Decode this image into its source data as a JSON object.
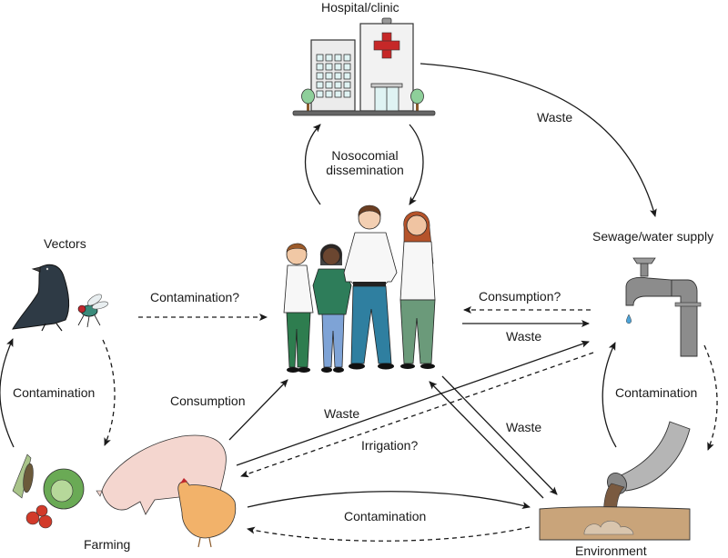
{
  "nodes": {
    "hospital": {
      "label": "Hospital/clinic"
    },
    "vectors": {
      "label": "Vectors"
    },
    "sewage": {
      "label": "Sewage/water supply"
    },
    "farming": {
      "label": "Farming"
    },
    "environment": {
      "label": "Environment"
    },
    "humans": {
      "label": ""
    }
  },
  "edges": [
    {
      "id": "nosocomial",
      "from": "humans",
      "to": "hospital",
      "label_line1": "Nosocomial",
      "label_line2": "dissemination",
      "style": "solid",
      "bidirectional_loop": true
    },
    {
      "id": "hospital-sewage",
      "from": "hospital",
      "to": "sewage",
      "label": "Waste",
      "style": "solid"
    },
    {
      "id": "vectors-humans",
      "from": "vectors",
      "to": "humans",
      "label": "Contamination?",
      "style": "dashed"
    },
    {
      "id": "sewage-humans",
      "from": "sewage",
      "to": "humans",
      "label": "Consumption?",
      "style": "dashed"
    },
    {
      "id": "humans-sewage",
      "from": "humans",
      "to": "sewage",
      "label": "Waste",
      "style": "solid"
    },
    {
      "id": "vectors-farming",
      "from": "vectors",
      "to": "farming",
      "label": "Contamination",
      "style": "mixed"
    },
    {
      "id": "farming-humans",
      "from": "farming",
      "to": "humans",
      "label": "Consumption",
      "style": "solid"
    },
    {
      "id": "farming-sewage",
      "from": "farming",
      "to": "sewage",
      "label": "Waste",
      "style": "solid"
    },
    {
      "id": "sewage-farming",
      "from": "sewage",
      "to": "farming",
      "label": "Irrigation?",
      "style": "dashed"
    },
    {
      "id": "humans-environment",
      "from": "humans",
      "to": "environment",
      "label": "Waste",
      "style": "solid"
    },
    {
      "id": "farming-environment",
      "from": "farming",
      "to": "environment",
      "label": "Contamination",
      "style": "mixed"
    },
    {
      "id": "sewage-environment",
      "from": "sewage",
      "to": "environment",
      "label": "Contamination",
      "style": "mixed"
    }
  ],
  "colors": {
    "arrow": "#1a1a1a",
    "red_cross": "#c62828",
    "hospital_wall": "#ececec",
    "window": "#dff3f3",
    "tree": "#8ecf9a",
    "crow": "#2e3a45",
    "fly": "#3a8a7a",
    "pig": "#f4d6cf",
    "chicken": "#f2b26a",
    "cabbage": "#6aaa55",
    "tomato": "#d23a2a",
    "corn": "#e6c14a",
    "tap": "#8c8c8c",
    "water_drop": "#4da3d8",
    "soil": "#c9a47a",
    "sludge": "#7a5a40",
    "pipe": "#b5b5b5",
    "shirt_white": "#f7f7f7",
    "pants_green": "#2e7d4f",
    "pants_blue": "#7ea3d6",
    "pants_teal": "#2f7fa0",
    "pants_sage": "#6b9a7a",
    "shirt_green": "#2e7d5a"
  }
}
